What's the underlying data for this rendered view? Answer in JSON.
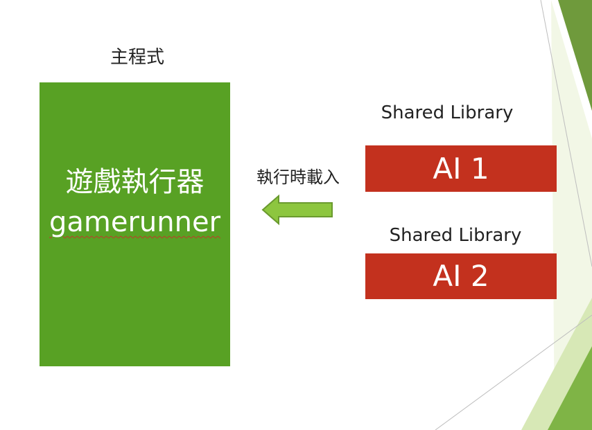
{
  "main_program": {
    "caption": "主程式",
    "title_line1": "遊戲執行器",
    "title_line2": "gamerunner"
  },
  "arrow_label": "執行時載入",
  "libraries": [
    {
      "caption": "Shared Library",
      "name": "AI 1"
    },
    {
      "caption": "Shared Library",
      "name": "AI 2"
    }
  ],
  "colors": {
    "main_box": "#58a124",
    "library_box": "#c3311e",
    "arrow": "#8dc63f",
    "accent_green": "#7aa83e"
  }
}
